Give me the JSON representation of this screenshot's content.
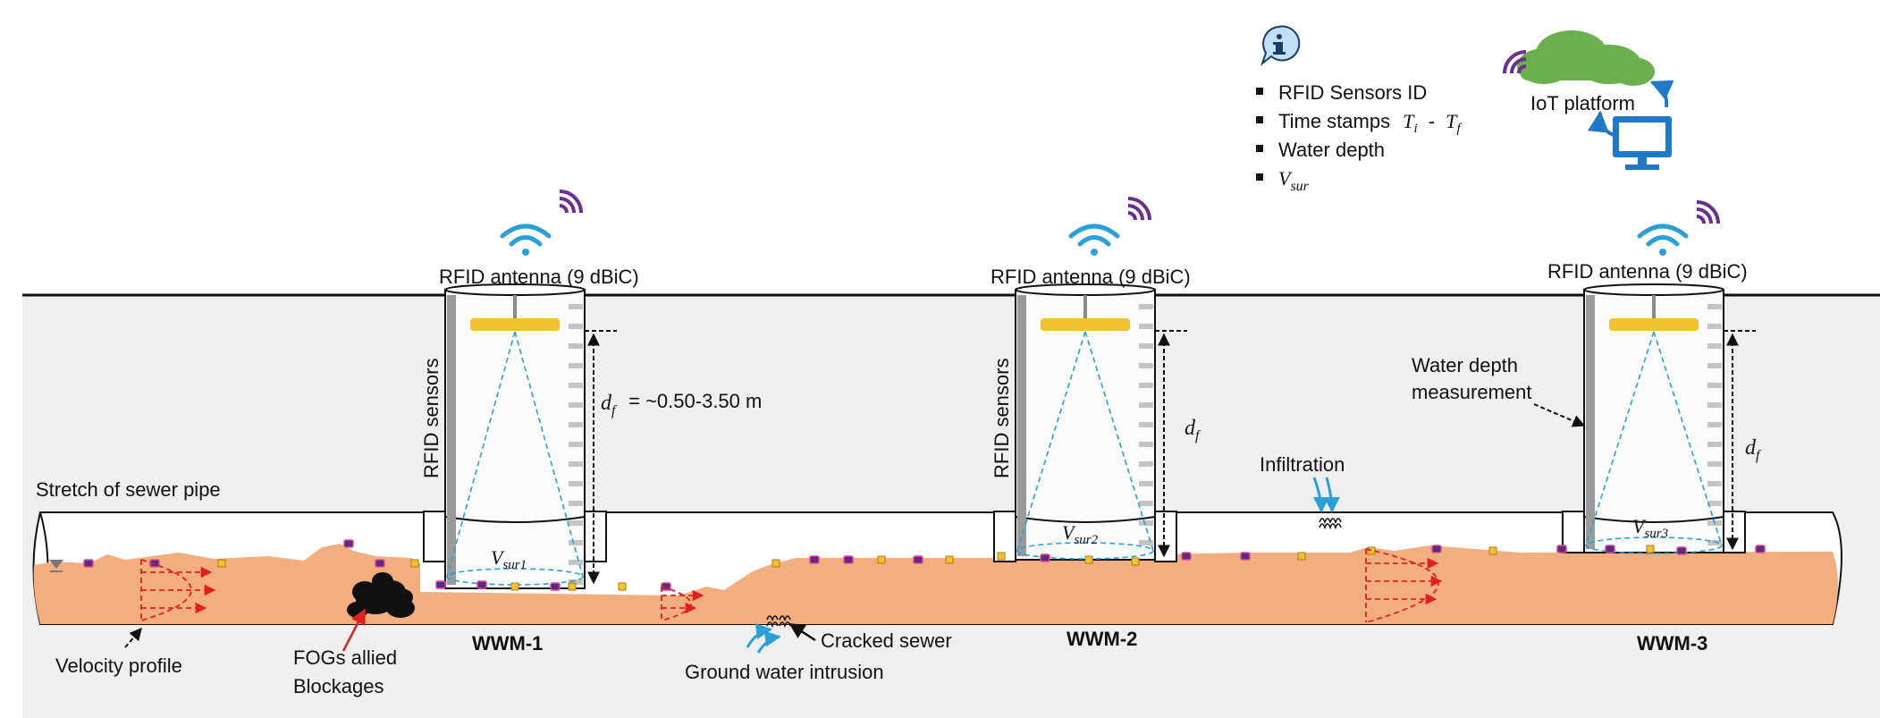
{
  "info": {
    "bullets": [
      "RFID Sensors ID",
      "Water depth"
    ],
    "time_stamps_prefix": "Time stamps",
    "time_stamps_from": "T",
    "time_stamps_from_sub": "i",
    "time_stamps_sep": "-",
    "time_stamps_to": "T",
    "time_stamps_to_sub": "f",
    "vsur_main": "V",
    "vsur_sub": "sur"
  },
  "iot": {
    "label": "IoT platform"
  },
  "manholes": [
    {
      "antenna_label": "RFID antenna (9 dBiC)",
      "sensors_label": "RFID sensors",
      "depth_main": "d",
      "depth_sub": "f",
      "depth_value": "= ~0.50-3.50 m",
      "vsur_main": "V",
      "vsur_sub": "sur1",
      "name": "WWM-1"
    },
    {
      "antenna_label": "RFID antenna (9 dBiC)",
      "sensors_label": "RFID sensors",
      "depth_main": "d",
      "depth_sub": "f",
      "vsur_main": "V",
      "vsur_sub": "sur2",
      "name": "WWM-2"
    },
    {
      "antenna_label": "RFID antenna (9 dBiC)",
      "depth_main": "d",
      "depth_sub": "f",
      "vsur_main": "V",
      "vsur_sub": "sur3",
      "name": "WWM-3"
    }
  ],
  "labels": {
    "stretch": "Stretch of sewer pipe",
    "velocity_profile": "Velocity profile",
    "fogs_line1": "FOGs allied",
    "fogs_line2": "Blockages",
    "cracked_sewer": "Cracked sewer",
    "ground_water": "Ground water intrusion",
    "infiltration": "Infiltration",
    "water_depth_line1": "Water depth",
    "water_depth_line2": "measurement"
  },
  "colors": {
    "wastewater": "#f2ae7f",
    "ground": "#efefef",
    "wifi": "#2a9fd8",
    "rfid_signal": "#6b2f90",
    "antenna": "#f2c12e",
    "beam": "#2a9fd8",
    "flow_arrow": "#e02020",
    "cloud": "#6ab04c",
    "monitor": "#1f78c8"
  },
  "icons": [
    "info-icon",
    "cloud-icon",
    "monitor-icon",
    "wifi-icon",
    "rfid-signal-icon",
    "water-level-icon"
  ]
}
